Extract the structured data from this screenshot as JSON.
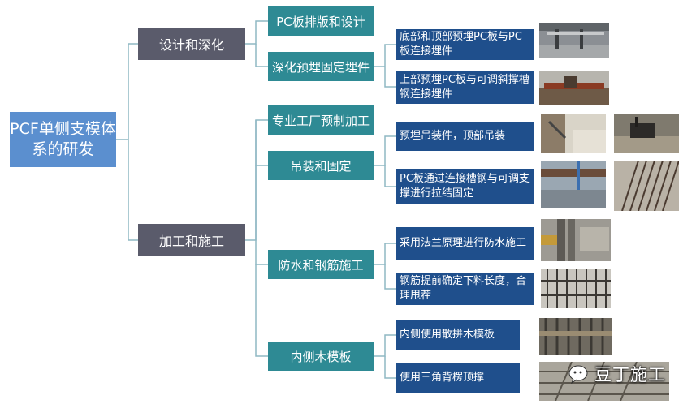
{
  "root": {
    "line1": "PCF单侧支模体",
    "line2": "系的研发"
  },
  "level1": {
    "design": "设计和深化",
    "construction": "加工和施工"
  },
  "level2": {
    "pc_layout": "PC板排版和设计",
    "embed": "深化预埋固定埋件",
    "factory": "专业工厂预制加工",
    "hoist": "吊装和固定",
    "waterproof": "防水和钢筋施工",
    "formwork": "内侧木模板"
  },
  "level3": {
    "embed_a": "底部和顶部预埋PC板与PC板连接埋件",
    "embed_b": "上部预埋PC板与可调斜撑槽钢连接埋件",
    "hoist_a": "预埋吊装件，顶部吊装",
    "hoist_b": "PC板通过连接槽钢与可调支撑进行拉结固定",
    "water_a": "采用法兰原理进行防水施工",
    "water_b": "钢筋提前确定下料长度，合理甩茬",
    "form_a": "内侧使用散拼木模板",
    "form_b": "使用三角背楞顶撑"
  },
  "watermark": "豆丁施工",
  "colors": {
    "root": "#5b8fcf",
    "level1": "#5a5b6b",
    "level2": "#2e8a94",
    "level3": "#1f4f8c",
    "connector": "#8fb8c4"
  }
}
